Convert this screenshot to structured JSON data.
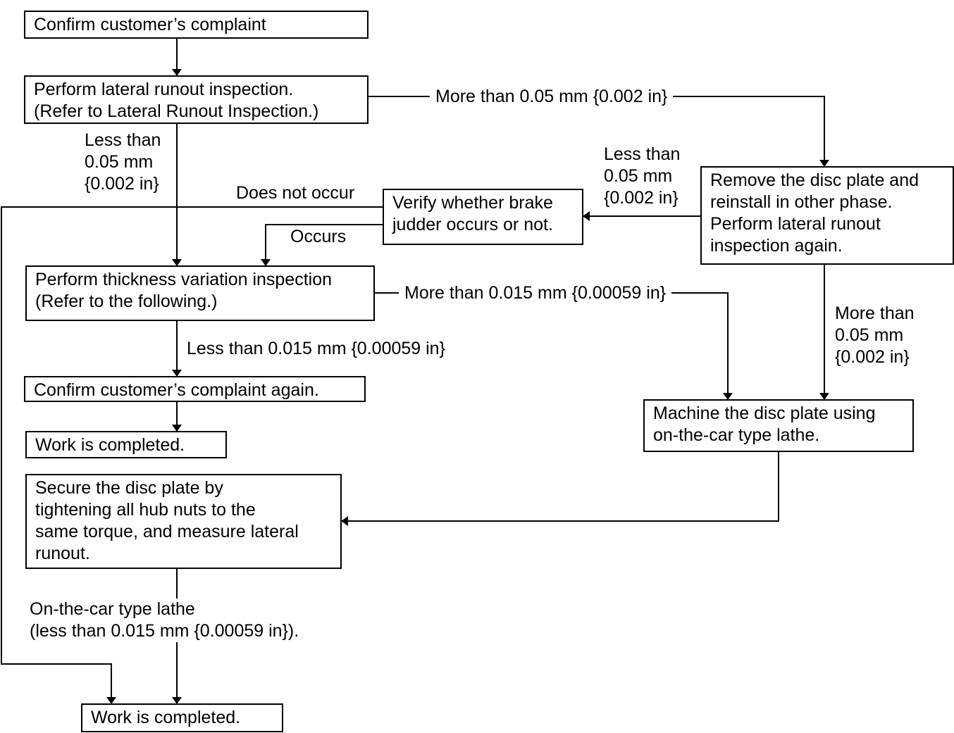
{
  "boxes": {
    "confirm_complaint": "Confirm customer’s complaint",
    "lateral_runout": "Perform lateral runout inspection.\n(Refer to Lateral Runout Inspection.)",
    "remove_disc": "Remove the disc plate and\nreinstall in other phase.\nPerform lateral runout\ninspection again.",
    "verify_judder": "Verify whether brake\njudder occurs or not.",
    "thickness_variation": "Perform thickness variation inspection\n(Refer to the following.)",
    "confirm_again": "Confirm customer’s complaint again.",
    "work_completed_1": "Work is completed.",
    "machine_disc": "Machine the disc plate using\non-the-car type lathe.",
    "secure_disc": "Secure the disc plate by\ntightening all hub nuts to the\nsame torque, and measure lateral\nrunout.",
    "work_completed_2": "Work is completed."
  },
  "labels": {
    "more_005_top": "More than 0.05 mm {0.002 in}",
    "less_005_left": "Less than\n0.05 mm\n{0.002 in}",
    "less_005_right": "Less than\n0.05 mm\n{0.002 in}",
    "does_not_occur": "Does not occur",
    "occurs": "Occurs",
    "more_0015": "More than 0.015 mm {0.00059 in}",
    "less_0015": "Less than 0.015 mm {0.00059 in}",
    "more_005_right": "More than\n0.05 mm\n{0.002 in}",
    "lathe_result": "On-the-car type lathe\n(less than 0.015 mm {0.00059 in})."
  }
}
